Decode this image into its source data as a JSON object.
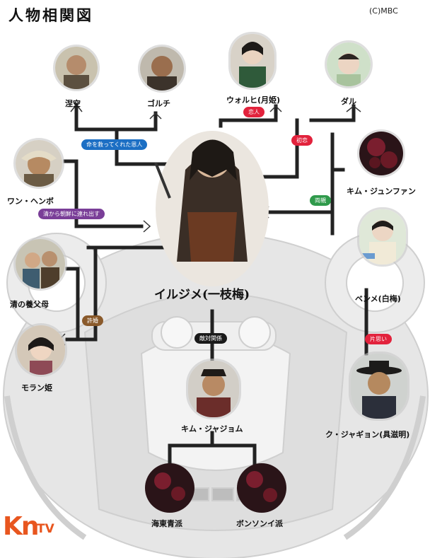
{
  "title": "人物相関図",
  "copyright": "(C)MBC",
  "logo": {
    "brand": "KnTV",
    "mark": "Kn",
    "suffix": "TV"
  },
  "colors": {
    "blue": "#1c6fc4",
    "red": "#e2223c",
    "purple": "#7a3e98",
    "green": "#2f9a4b",
    "brown": "#8a5a2b",
    "black": "#1a1a1a",
    "orange": "#e8561f"
  },
  "characters": {
    "center": "イルジメ(一枝梅)",
    "nekku": "涅空",
    "golchi": "ゴルチ",
    "wolhi": "ウォルヒ(月姫)",
    "dal": "ダル",
    "wang": "ワン・ヘンボ",
    "kimjun": "キム・ジュンファン",
    "parents": "清の養父母",
    "bongsun": "ベンメ(白梅)",
    "moran": "モラン姫",
    "kimja": "キム・ジャジョム",
    "gu": "ク・ジャギョン(具滋明)",
    "haedong": "海東青派",
    "bonsun": "ボンソンイ派"
  },
  "relations": {
    "saved": "命を救ってくれた恩人",
    "lover": "恋人",
    "first_love": "初恋",
    "both_parents": "両親",
    "brought": "清から朝鮮に連れ出す",
    "engaged": "許婚",
    "hostile": "敵対関係",
    "unrequited": "片思い"
  }
}
